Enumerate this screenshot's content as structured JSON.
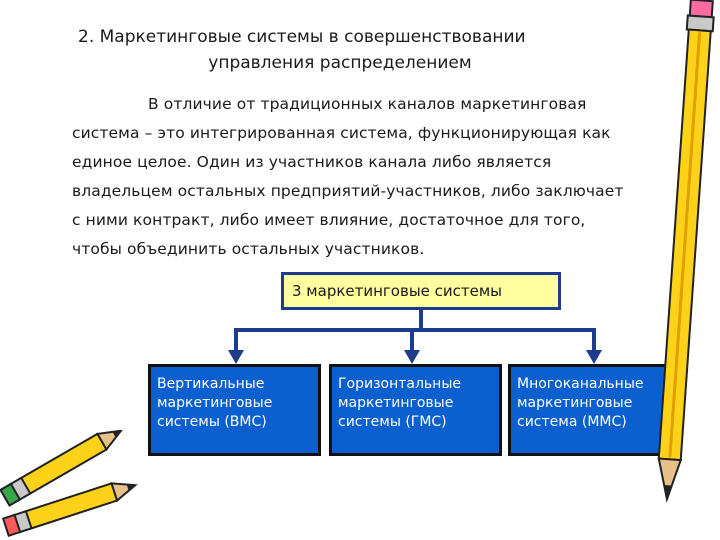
{
  "slide": {
    "title_line1": "2. Маркетинговые системы в совершенствовании",
    "title_line2": "управления распределением",
    "paragraph": "В отличие от традиционных каналов маркетинговая система – это интегрированная система, функционирующая как единое целое. Один из участников канала либо является владельцем остальных предприятий-участников, либо заключает с ними контракт, либо имеет влияние, достаточное для того, чтобы объединить остальных участников."
  },
  "diagram": {
    "root": "3 маркетинговые системы",
    "children": [
      {
        "label": "Вертикальные маркетинговые системы (ВМС)"
      },
      {
        "label": "Горизонтальные маркетинговые системы (ГМС)"
      },
      {
        "label": "Многоканальные маркетинговые система (ММС)"
      }
    ]
  },
  "decorations": {
    "right_pencil": "pencil-icon",
    "left_pencils": "pencils-icon"
  },
  "colors": {
    "root_fill": "#ffff9f",
    "root_border": "#1e3c8f",
    "child_fill": "#0b5fcf",
    "connector": "#1e3c8f"
  }
}
